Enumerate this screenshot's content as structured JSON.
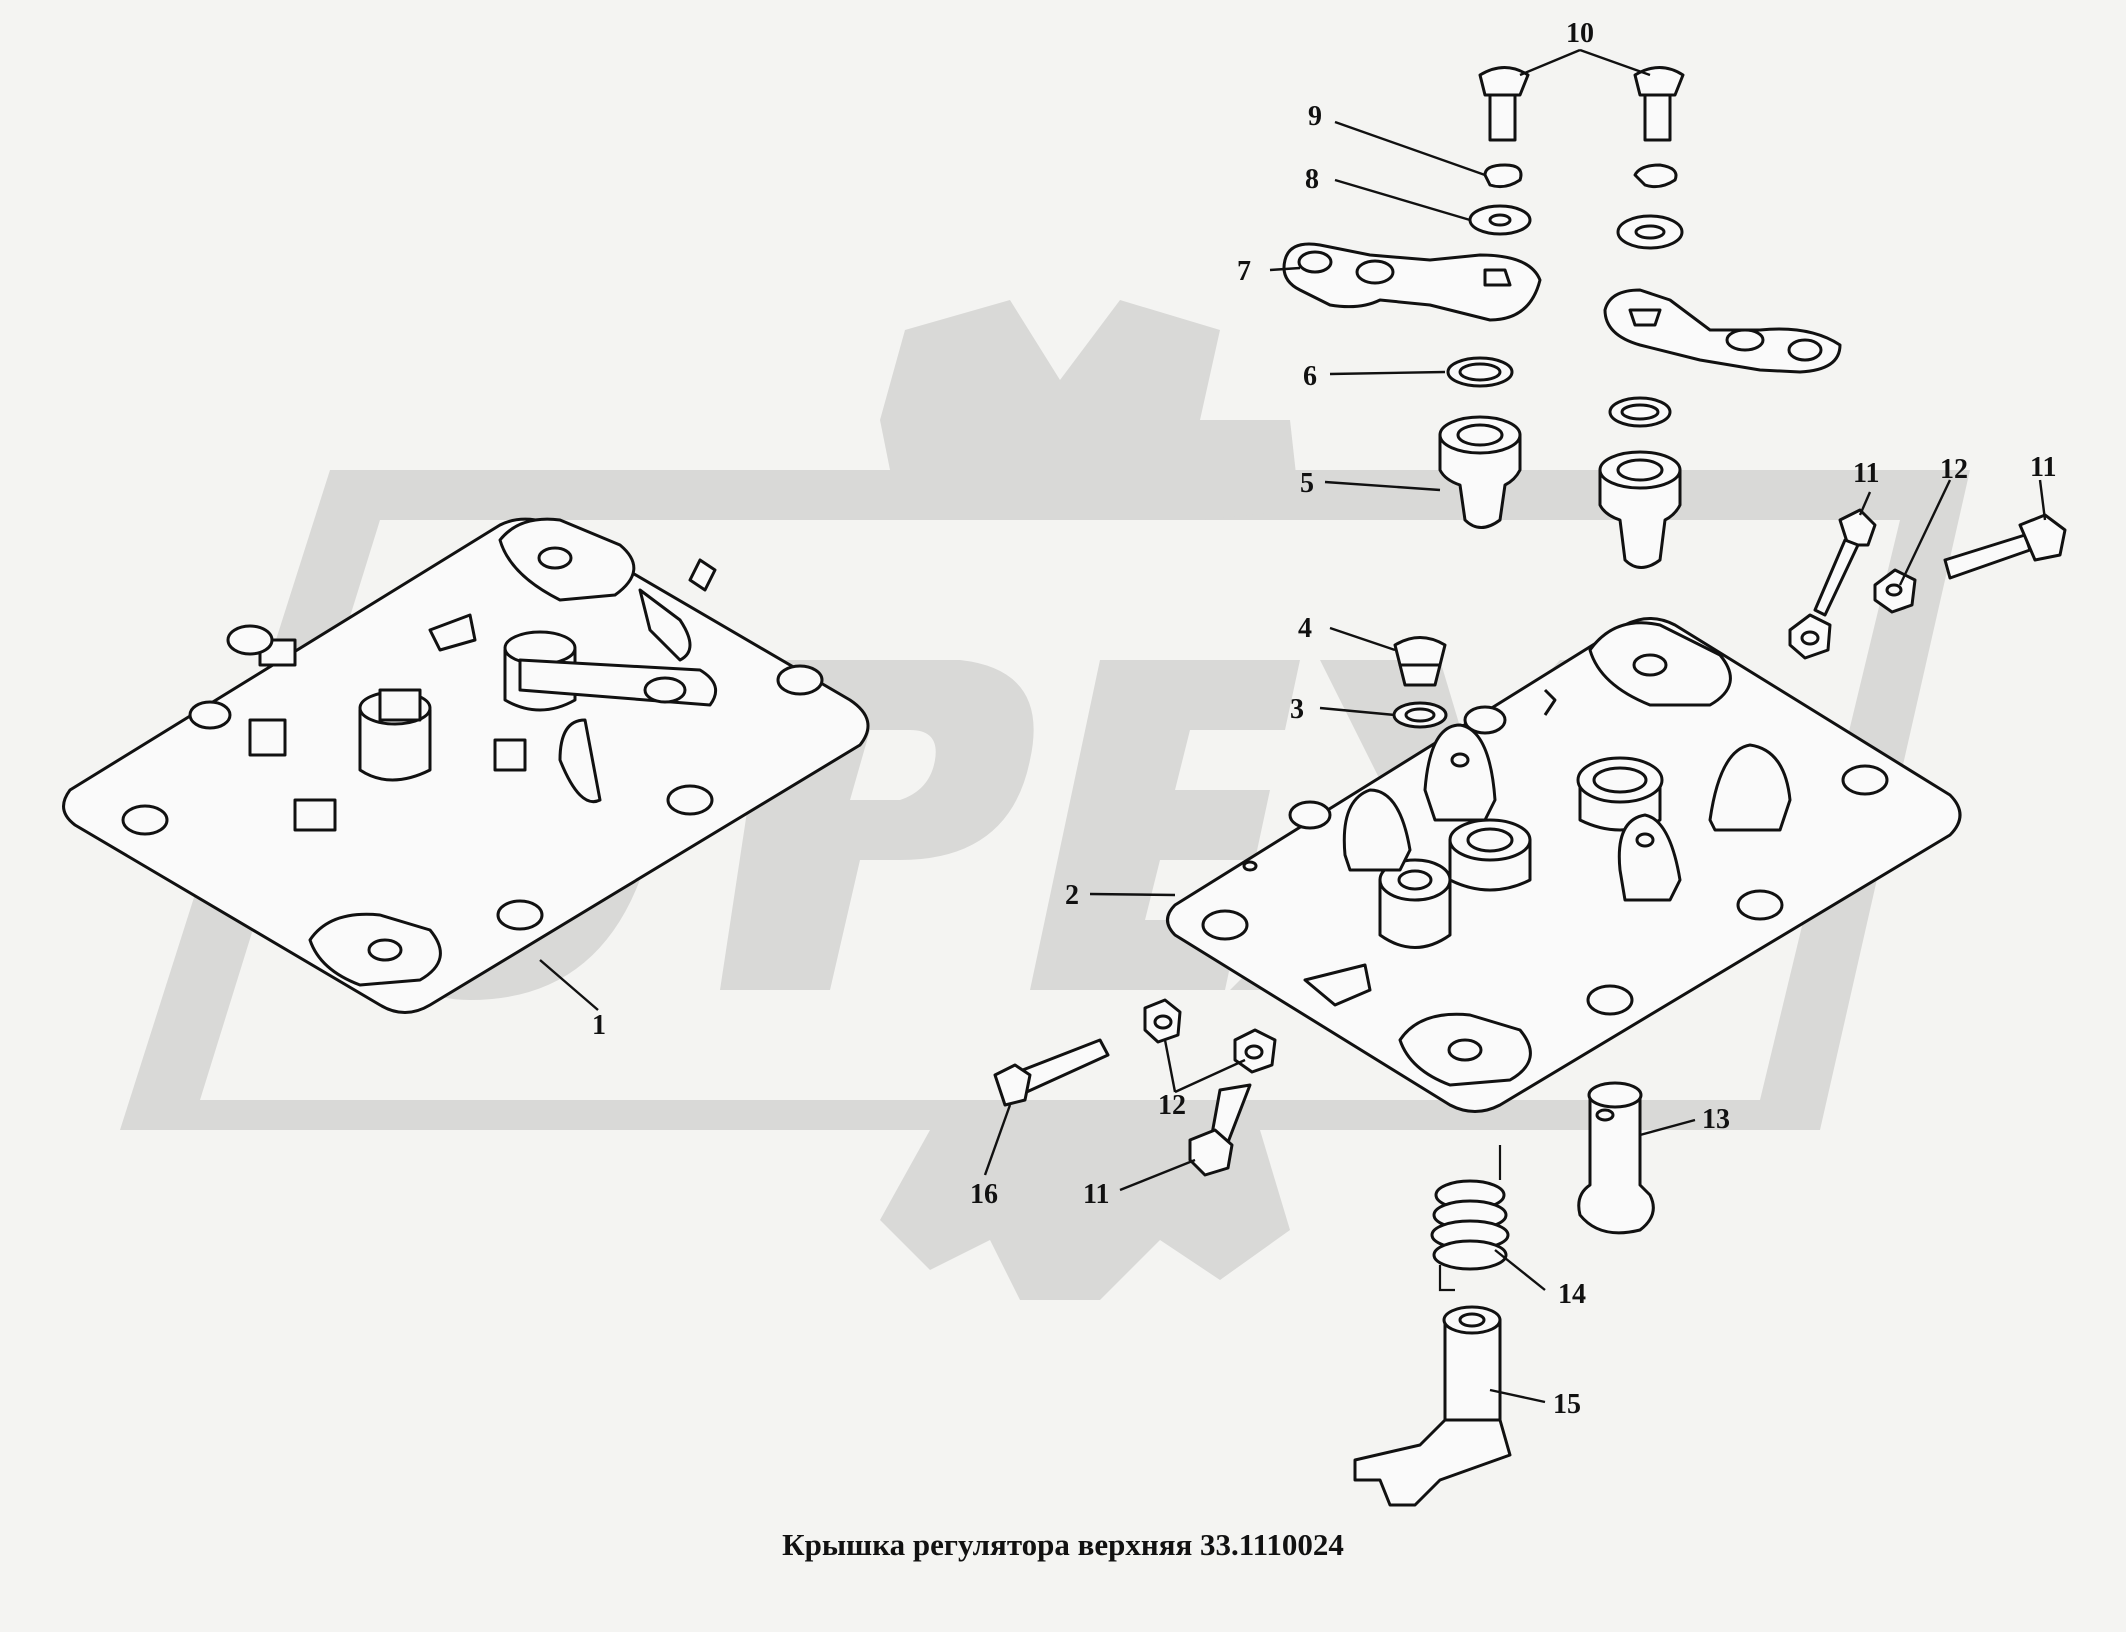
{
  "watermark": {
    "text": "OPEX",
    "color": "#d9d9d7"
  },
  "caption": "Крышка регулятора верхняя 33.1110024",
  "callouts": {
    "c1": "1",
    "c2": "2",
    "c3": "3",
    "c4": "4",
    "c5": "5",
    "c6": "6",
    "c7": "7",
    "c8": "8",
    "c9": "9",
    "c10": "10",
    "c11a": "11",
    "c11b": "11",
    "c11c": "11",
    "c12a": "12",
    "c12b": "12",
    "c13": "13",
    "c14": "14",
    "c15": "15",
    "c16": "16"
  }
}
